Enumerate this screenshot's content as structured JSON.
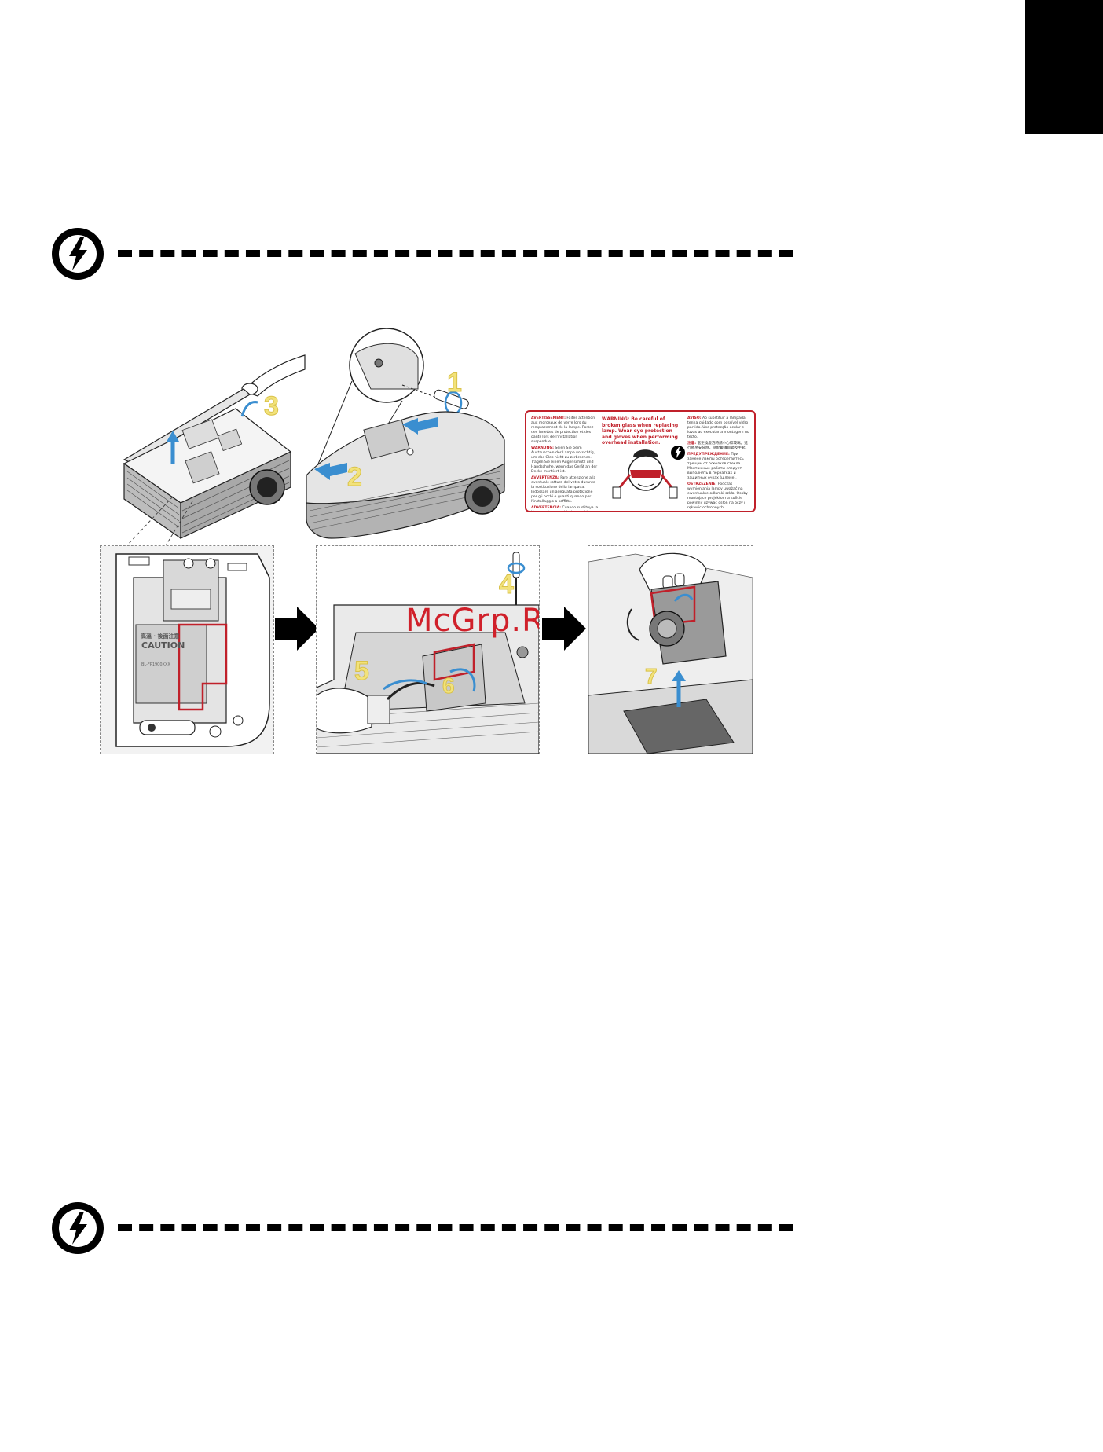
{
  "page": {
    "accent_color": "#000000",
    "side_tab_color": "#000000"
  },
  "icons": {
    "warning_top": "lightning-warning-icon",
    "warning_bottom": "lightning-warning-icon"
  },
  "figure": {
    "steps": {
      "s1": "1",
      "s2": "2",
      "s3": "3",
      "s4": "4",
      "s5": "5",
      "s6": "6",
      "s7": "7"
    },
    "watermark": "McGrp.Ru",
    "step_color": "#f2e27a",
    "highlight_color": "#c0202a",
    "arrow_color": "#3a8ed0"
  },
  "warning_label": {
    "main_title": "WARNING: Be careful of broken glass when replacing lamp. Wear eye protection and gloves when performing overhead installation.",
    "left_col": [
      {
        "head": "AVERTISSEMENT:",
        "body": "Faites attention aux morceaux de verre lors du remplacement de la lampe. Portez des lunettes de protection et des gants lors de l'installation suspendue."
      },
      {
        "head": "WARNUNG:",
        "body": "Seien Sie beim Austauschen der Lampe vorsichtig, um das Glas nicht zu zerbrechen. Tragen Sie einen Augenschutz und Handschuhe, wenn das Gerät an der Decke montiert ist."
      },
      {
        "head": "AVVERTENZA:",
        "body": "Fare attenzione alla eventuale rottura del vetro durante la sostituzione della lampada. Indossare un'adeguata protezione per gli occhi e guanti quando per l'installaggio a soffitto."
      },
      {
        "head": "ADVERTENCIA:",
        "body": "Cuando sustituya la lámpara, tenga cuidado por si hay cualquier fragmento de cristal. Proteja los ojos y lleve guantes cuando realice una instalación a cierta altura."
      }
    ],
    "right_col": [
      {
        "head": "AVISO:",
        "body": "Ao substituir a lâmpada, tenha cuidado com possível vidro partido. Use protecção ocular e luvas ao executar a montagem no tecto."
      },
      {
        "head": "注意:",
        "body": "當更換燈泡時請小心碎玻璃。進行懸吊安裝時，請配戴護目鏡及手套。"
      },
      {
        "head": "ПРЕДУПРЕЖДЕНИЕ:",
        "body": "При замене лампы остерегайтесь трещин от осколков стекла. Монтажные работы следует выполнять в перчатках и защитных очках (шлеме)."
      },
      {
        "head": "OSTRZEŻENIE:",
        "body": "Podczas wymieniania lampy uważać na ewentualne odłamki szkła. Osoby montujące projektor na suficie powinny używać osłon na oczy i rękawic ochronnych."
      }
    ]
  },
  "lamp_panel": {
    "caution_cn": "高溫 · 後面注意",
    "caution_en": "CAUTION",
    "part_code": "BL-FP1900XXX"
  }
}
